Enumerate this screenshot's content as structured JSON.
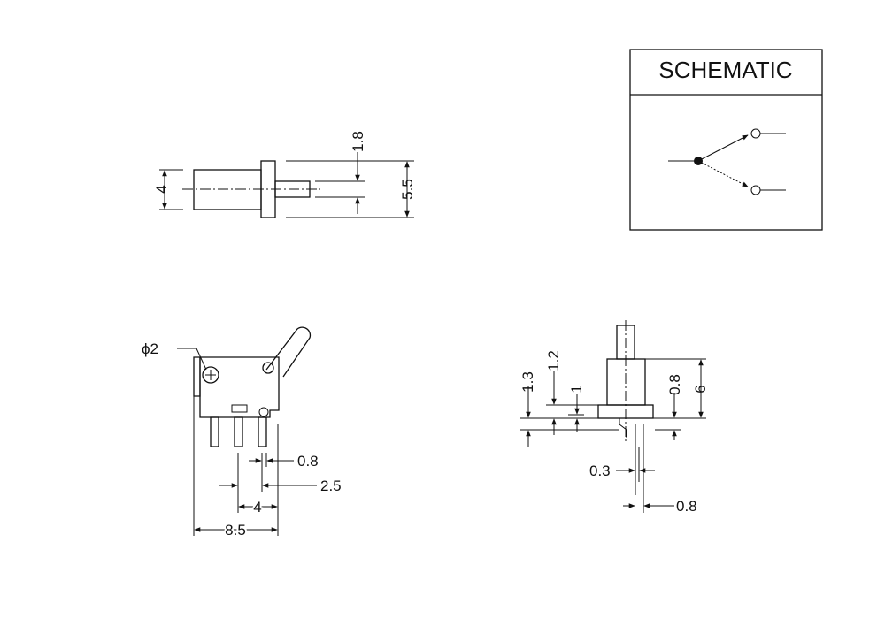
{
  "schematic": {
    "title": "SCHEMATIC"
  },
  "top_view": {
    "dim_body_height": "4",
    "dim_lever_width": "1.8",
    "dim_overall_height": "5.5"
  },
  "front_view": {
    "dim_hole": "ϕ2",
    "dim_pin_width": "0.8",
    "dim_pin_pitch": "2.5",
    "dim_pin_span": "4",
    "dim_body_length": "8.5"
  },
  "side_view": {
    "dim_a": "1.3",
    "dim_b": "1.2",
    "dim_c": "1",
    "dim_d": "0.8",
    "dim_e": "6",
    "dim_pin_thickness": "0.3",
    "dim_pin_width": "0.8"
  }
}
